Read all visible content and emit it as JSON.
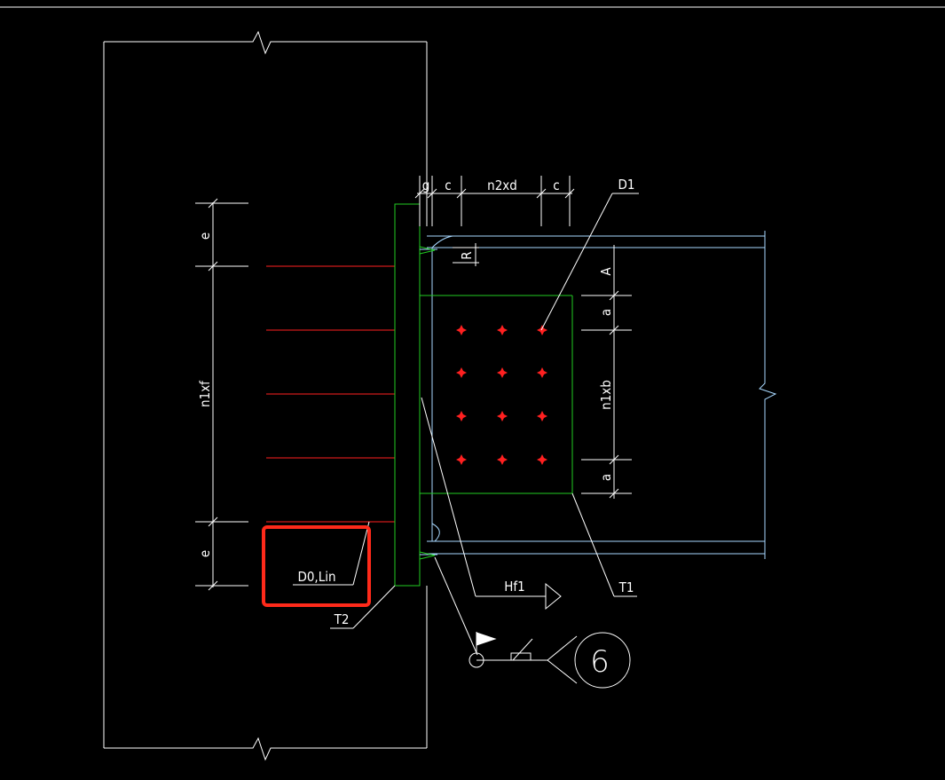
{
  "colors": {
    "background": "#000000",
    "white": "#ffffff",
    "green": "#22cc22",
    "cyan": "#a8d8ff",
    "red": "#ff2020",
    "highlight": "#ff2a1a"
  },
  "labels": {
    "dim_g": "g",
    "dim_c_left": "c",
    "dim_n2xd": "n2xd",
    "dim_c_right": "c",
    "leader_d1": "D1",
    "dim_e_top": "e",
    "dim_n1xf": "n1xf",
    "dim_e_bottom": "e",
    "dim_r": "R",
    "dim_a_upper": "A",
    "dim_a_small_top": "a",
    "dim_n1xb": "n1xb",
    "dim_a_small_bottom": "a",
    "bolt_spec": "D0,Lin",
    "leader_t2": "T2",
    "leader_t1": "T1",
    "weld_hf1": "Hf1",
    "detail_number": "6"
  },
  "highlight_box": {
    "label": "selection-highlight"
  }
}
